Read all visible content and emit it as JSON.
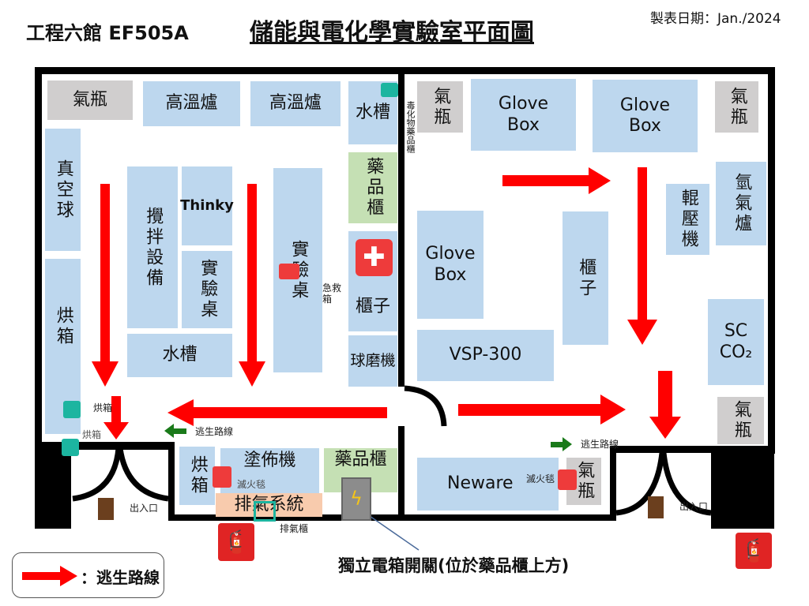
{
  "header": {
    "building": "工程六館 EF505A",
    "title": "儲能與電化學實驗室平面圖",
    "date": "製表日期：Jan./2024"
  },
  "left_room": {
    "gas_cylinder": "氣瓶",
    "furnace_1": "高溫爐",
    "furnace_2": "高溫爐",
    "sink_top": "水槽",
    "chem_cabinet": "藥品櫃",
    "cabinet": "櫃子",
    "ball_mill": "球磨機",
    "vacuum_ball": "真空球",
    "oven": "烘箱",
    "mixer": "攪拌設備",
    "thinky": "Thinky",
    "bench_small": "實驗桌",
    "sink_bottom": "水槽",
    "bench_large": "實驗桌",
    "toxic_cabinet_label": "毒化物藥品櫃",
    "first_aid_label": "急救箱",
    "oven_label_1": "烘箱",
    "oven_label_2": "烘箱",
    "escape_label": "逃生路線",
    "entrance_label": "出入口"
  },
  "right_room": {
    "gas_1": "氣瓶",
    "glovebox_1": "Glove Box",
    "glovebox_2": "Glove Box",
    "gas_2": "氣瓶",
    "h2_furnace": "氫氣爐",
    "roller_press": "輥壓機",
    "glovebox_3": "Glove Box",
    "cabinet": "櫃子",
    "vsp": "VSP-300",
    "sc_co2_line1": "SC",
    "sc_co2_line2": "CO₂",
    "gas_3": "氣瓶",
    "neware": "Neware",
    "gas_4": "氣瓶",
    "fire_blanket_label": "滅火毯",
    "escape_label": "逃生路線",
    "entrance_label": "出入口"
  },
  "middle_room": {
    "oven": "烘箱",
    "coater": "塗佈機",
    "chem_cabinet": "藥品櫃",
    "exhaust": "排氣系統",
    "fire_blanket_label": "滅火毯",
    "fume_hood_label": "排氣櫃"
  },
  "annotation": "獨立電箱開關(位於藥品櫃上方)",
  "legend": {
    "label": "：逃生路線"
  },
  "colors": {
    "equipment": "#bdd7ee",
    "gas": "#d0cece",
    "chemical": "#c5e0b4",
    "exhaust": "#f8cbad",
    "arrow": "#ff0000",
    "wall": "#000000"
  }
}
